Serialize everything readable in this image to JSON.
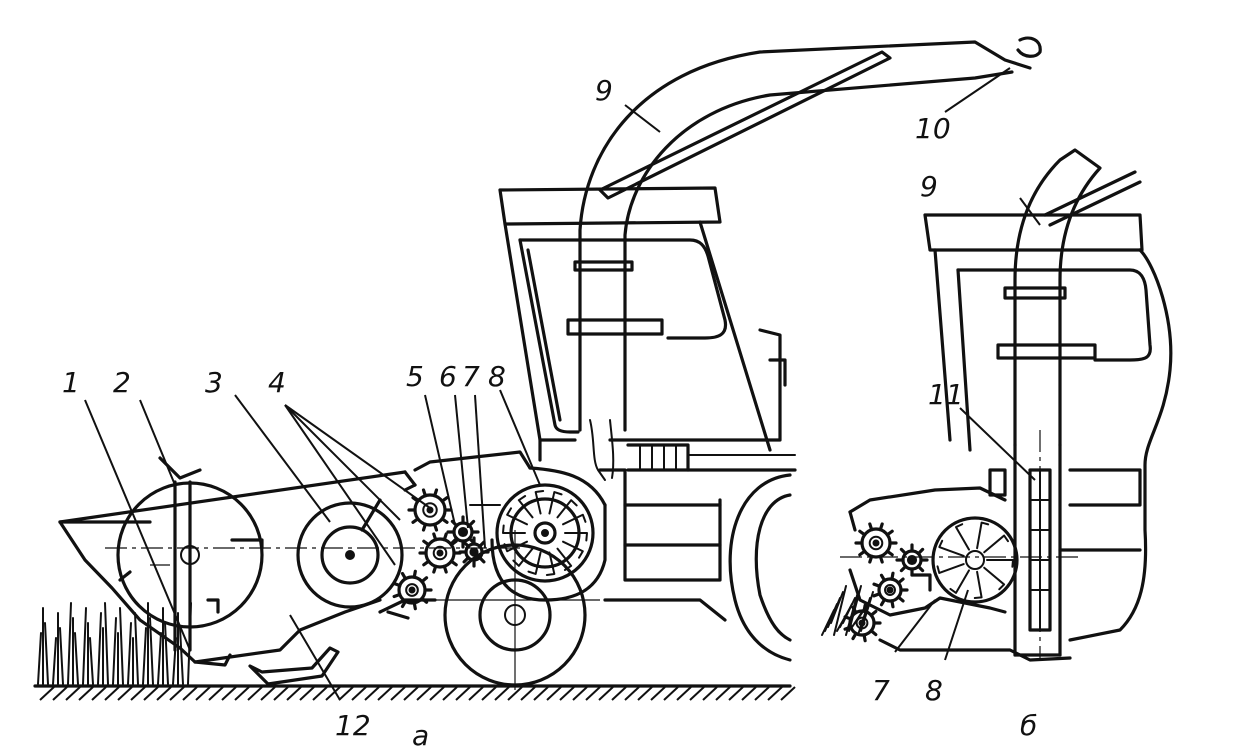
{
  "labels": {
    "l1": "1",
    "l2": "2",
    "l3": "3",
    "l4": "4",
    "l5": "5",
    "l6": "6",
    "l7": "7",
    "l8": "8",
    "l9": "9",
    "l10": "10",
    "l11": "11",
    "l12": "12",
    "r9": "9",
    "r7": "7",
    "r8": "8"
  },
  "captions": {
    "a": "а",
    "b": "б"
  }
}
